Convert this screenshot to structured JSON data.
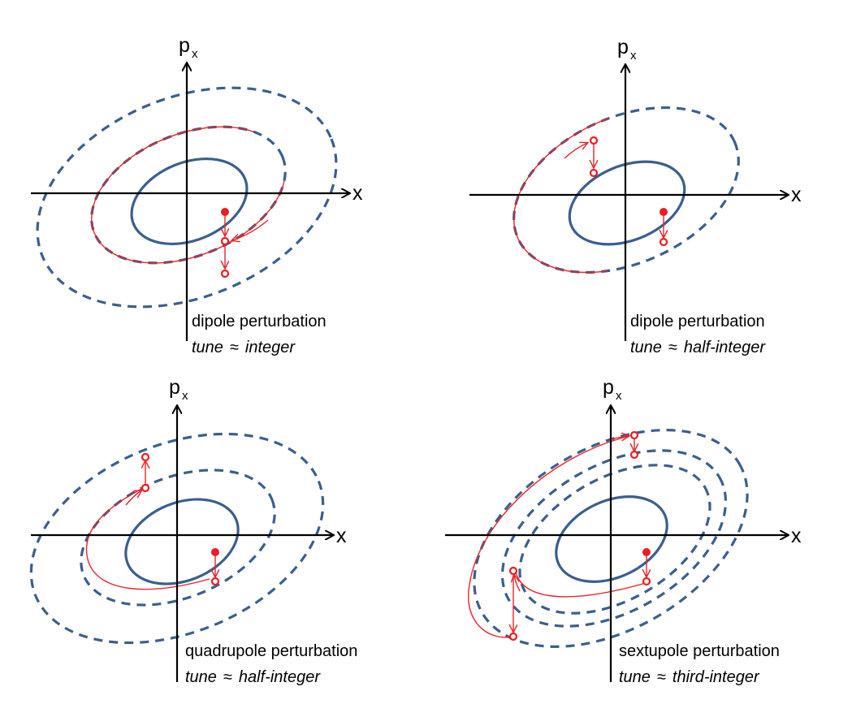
{
  "axis_labels": {
    "horizontal": "x",
    "vertical_main": "p",
    "vertical_sub": "x"
  },
  "colors": {
    "invariant_curve": "#3a5f8e",
    "perturbation_path": "#e8242a",
    "marker": "#ee1c24",
    "axis": "#000000"
  },
  "panels": [
    {
      "id": "dipole-integer",
      "caption_line1": "dipole perturbation",
      "caption_word": "tune",
      "caption_symbol": "≈",
      "caption_value": "integer"
    },
    {
      "id": "dipole-half-integer",
      "caption_line1": "dipole perturbation",
      "caption_word": "tune",
      "caption_symbol": "≈",
      "caption_value": "half-integer"
    },
    {
      "id": "quadrupole-half-integer",
      "caption_line1": "quadrupole perturbation",
      "caption_word": "tune",
      "caption_symbol": "≈",
      "caption_value": "half-integer"
    },
    {
      "id": "sextupole-third-integer",
      "caption_line1": "sextupole perturbation",
      "caption_word": "tune",
      "caption_symbol": "≈",
      "caption_value": "third-integer"
    }
  ]
}
